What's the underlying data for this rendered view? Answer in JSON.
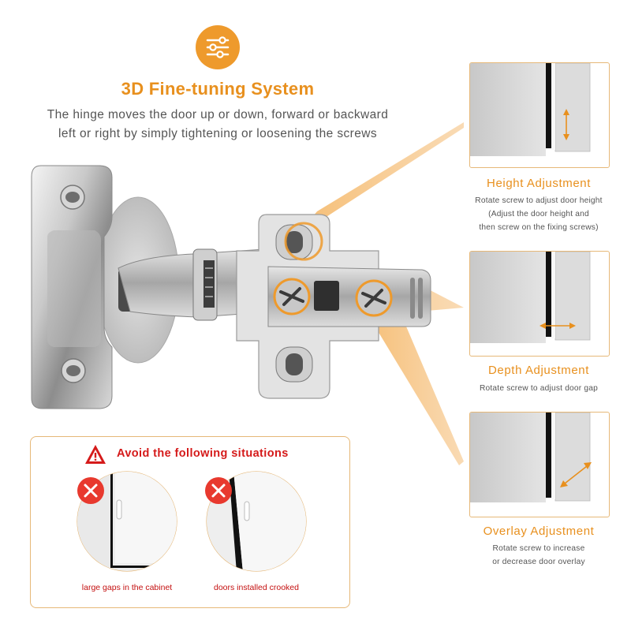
{
  "header": {
    "title": "3D Fine-tuning System",
    "subtitle_line1": "The hinge moves the door up or down, forward or backward",
    "subtitle_line2": "left or right by simply tightening or loosening the screws",
    "icon": "sliders-icon"
  },
  "adjustments": [
    {
      "title": "Height Adjustment",
      "description_lines": [
        "Rotate screw to adjust door height",
        "(Adjust the door height and",
        "then screw on the fixing screws)"
      ]
    },
    {
      "title": "Depth Adjustment",
      "description_lines": [
        "Rotate screw to adjust door gap"
      ]
    },
    {
      "title": "Overlay Adjustment",
      "description_lines": [
        "Rotate screw to increase",
        "or decrease door overlay"
      ]
    }
  ],
  "avoid": {
    "title": "Avoid the following situations",
    "warning_icon": "warning-triangle-icon",
    "cases": [
      {
        "caption": "large gaps in the cabinet",
        "icon": "error-x-icon"
      },
      {
        "caption": "doors installed crooked",
        "icon": "error-x-icon"
      }
    ]
  },
  "colors": {
    "accent": "#e8901e",
    "warning": "#d51a1a",
    "border": "#e6b878",
    "text": "#555555"
  }
}
